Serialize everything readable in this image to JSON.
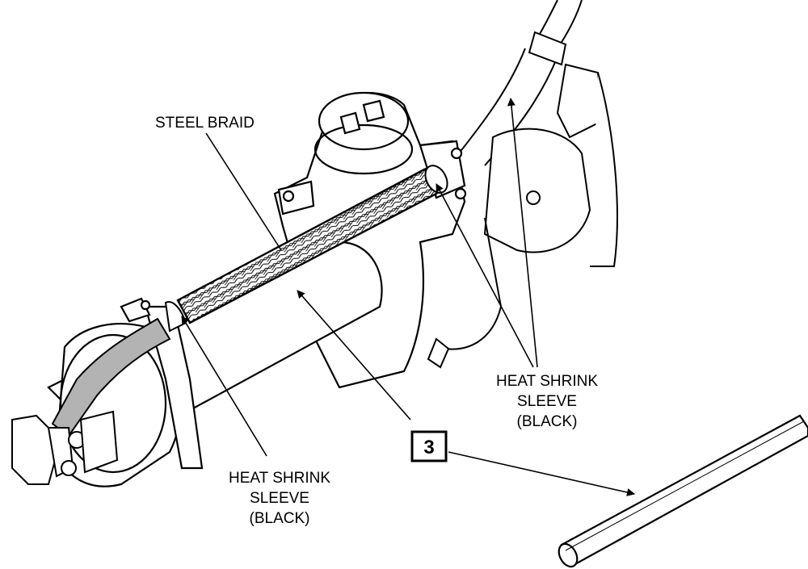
{
  "labels": {
    "steel_braid": "STEEL BRAID",
    "sleeve_right": [
      "HEAT SHRINK",
      "SLEEVE",
      "(BLACK)"
    ],
    "sleeve_left": [
      "HEAT SHRINK",
      "SLEEVE",
      "(BLACK)"
    ]
  },
  "callout": {
    "number": "3"
  },
  "colors": {
    "line": "#000000",
    "sleeve_fill": "#b3b3b3",
    "background": "#ffffff"
  }
}
